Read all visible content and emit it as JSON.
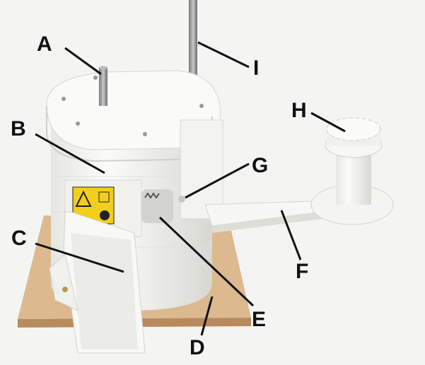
{
  "labels": {
    "A": "A",
    "B": "B",
    "C": "C",
    "D": "D",
    "E": "E",
    "F": "F",
    "G": "G",
    "H": "H",
    "I": "I"
  },
  "colors": {
    "background": "#f4f4f3",
    "plastic": "#f7f7f5",
    "plastic_shade": "#dcdcd8",
    "wood": "#d8b58c",
    "wood_edge": "#b78b5d",
    "metal": "#9a9a9c",
    "warning": "#f2cf1b"
  }
}
